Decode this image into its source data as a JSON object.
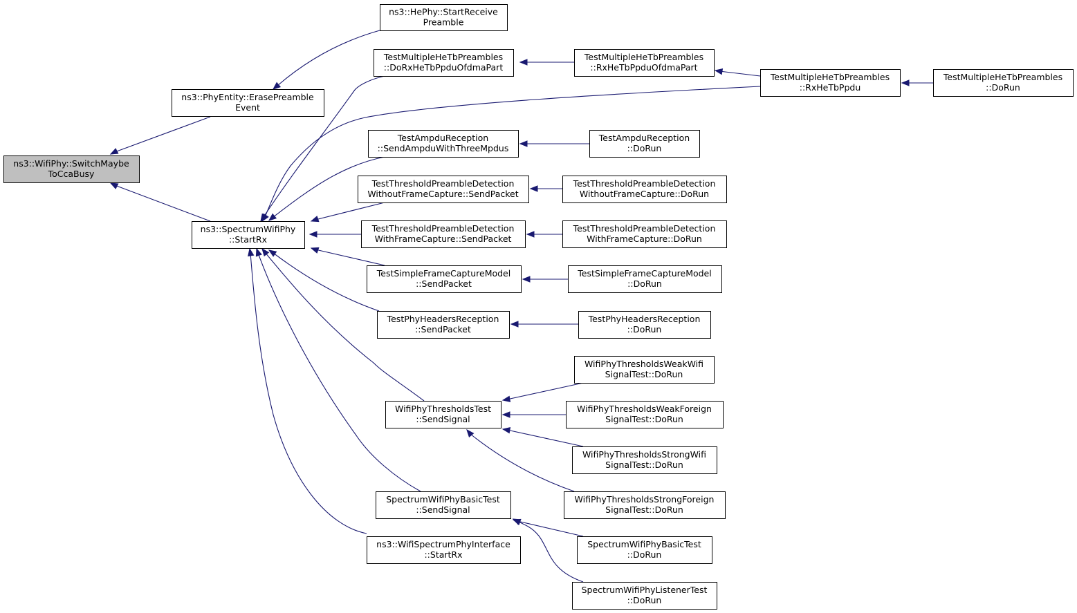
{
  "diagram": {
    "type": "caller-graph",
    "colors": {
      "edge": "#191970",
      "node_border": "#000000",
      "node_fill": "#ffffff",
      "focus_fill": "#bfbfbf"
    },
    "nodes": [
      {
        "id": "switch",
        "lines": [
          "ns3::WifiPhy::SwitchMaybe",
          "ToCcaBusy"
        ],
        "focus": true
      },
      {
        "id": "erase",
        "lines": [
          "ns3::PhyEntity::ErasePreamble",
          "Event"
        ]
      },
      {
        "id": "hephy",
        "lines": [
          "ns3::HePhy::StartReceive",
          "Preamble"
        ]
      },
      {
        "id": "startrx",
        "lines": [
          "ns3::SpectrumWifiPhy",
          "::StartRx"
        ]
      },
      {
        "id": "domhe",
        "lines": [
          "TestMultipleHeTbPreambles",
          "::DoRxHeTbPpduOfdmaPart"
        ]
      },
      {
        "id": "rxofdma",
        "lines": [
          "TestMultipleHeTbPreambles",
          "::RxHeTbPpduOfdmaPart"
        ]
      },
      {
        "id": "rxhetb",
        "lines": [
          "TestMultipleHeTbPreambles",
          "::RxHeTbPpdu"
        ]
      },
      {
        "id": "mhedorun",
        "lines": [
          "TestMultipleHeTbPreambles",
          "::DoRun"
        ]
      },
      {
        "id": "ampdusend",
        "lines": [
          "TestAmpduReception",
          "::SendAmpduWithThreeMpdus"
        ]
      },
      {
        "id": "ampdudorun",
        "lines": [
          "TestAmpduReception",
          "::DoRun"
        ]
      },
      {
        "id": "wofcsend",
        "lines": [
          "TestThresholdPreambleDetection",
          "WithoutFrameCapture::SendPacket"
        ]
      },
      {
        "id": "wofcdorun",
        "lines": [
          "TestThresholdPreambleDetection",
          "WithoutFrameCapture::DoRun"
        ]
      },
      {
        "id": "wfcsend",
        "lines": [
          "TestThresholdPreambleDetection",
          "WithFrameCapture::SendPacket"
        ]
      },
      {
        "id": "wfcdorun",
        "lines": [
          "TestThresholdPreambleDetection",
          "WithFrameCapture::DoRun"
        ]
      },
      {
        "id": "sfcsend",
        "lines": [
          "TestSimpleFrameCaptureModel",
          "::SendPacket"
        ]
      },
      {
        "id": "sfcdorun",
        "lines": [
          "TestSimpleFrameCaptureModel",
          "::DoRun"
        ]
      },
      {
        "id": "phsend",
        "lines": [
          "TestPhyHeadersReception",
          "::SendPacket"
        ]
      },
      {
        "id": "phdorun",
        "lines": [
          "TestPhyHeadersReception",
          "::DoRun"
        ]
      },
      {
        "id": "wwdorun",
        "lines": [
          "WifiPhyThresholdsWeakWifi",
          "SignalTest::DoRun"
        ]
      },
      {
        "id": "thsend",
        "lines": [
          "WifiPhyThresholdsTest",
          "::SendSignal"
        ]
      },
      {
        "id": "wfdorun",
        "lines": [
          "WifiPhyThresholdsWeakForeign",
          "SignalTest::DoRun"
        ]
      },
      {
        "id": "swdorun",
        "lines": [
          "WifiPhyThresholdsStrongWifi",
          "SignalTest::DoRun"
        ]
      },
      {
        "id": "sfdorun",
        "lines": [
          "WifiPhyThresholdsStrongForeign",
          "SignalTest::DoRun"
        ]
      },
      {
        "id": "bsend",
        "lines": [
          "SpectrumWifiPhyBasicTest",
          "::SendSignal"
        ]
      },
      {
        "id": "bdorun",
        "lines": [
          "SpectrumWifiPhyBasicTest",
          "::DoRun"
        ]
      },
      {
        "id": "ifstartrx",
        "lines": [
          "ns3::WifiSpectrumPhyInterface",
          "::StartRx"
        ]
      },
      {
        "id": "ldorun",
        "lines": [
          "SpectrumWifiPhyListenerTest",
          "::DoRun"
        ]
      }
    ],
    "edges": [
      {
        "from": "erase",
        "to": "switch"
      },
      {
        "from": "startrx",
        "to": "switch"
      },
      {
        "from": "hephy",
        "to": "erase"
      },
      {
        "from": "domhe",
        "to": "startrx"
      },
      {
        "from": "rxhetb",
        "to": "startrx"
      },
      {
        "from": "ampdusend",
        "to": "startrx"
      },
      {
        "from": "wofcsend",
        "to": "startrx"
      },
      {
        "from": "wfcsend",
        "to": "startrx"
      },
      {
        "from": "sfcsend",
        "to": "startrx"
      },
      {
        "from": "phsend",
        "to": "startrx"
      },
      {
        "from": "thsend",
        "to": "startrx"
      },
      {
        "from": "bsend",
        "to": "startrx"
      },
      {
        "from": "ifstartrx",
        "to": "startrx"
      },
      {
        "from": "rxofdma",
        "to": "domhe"
      },
      {
        "from": "rxhetb",
        "to": "rxofdma"
      },
      {
        "from": "mhedorun",
        "to": "rxhetb"
      },
      {
        "from": "ampdudorun",
        "to": "ampdusend"
      },
      {
        "from": "wofcdorun",
        "to": "wofcsend"
      },
      {
        "from": "wfcdorun",
        "to": "wfcsend"
      },
      {
        "from": "sfcdorun",
        "to": "sfcsend"
      },
      {
        "from": "phdorun",
        "to": "phsend"
      },
      {
        "from": "wwdorun",
        "to": "thsend"
      },
      {
        "from": "wfdorun",
        "to": "thsend"
      },
      {
        "from": "swdorun",
        "to": "thsend"
      },
      {
        "from": "sfdorun",
        "to": "thsend"
      },
      {
        "from": "bdorun",
        "to": "bsend"
      },
      {
        "from": "ldorun",
        "to": "bsend"
      }
    ]
  }
}
